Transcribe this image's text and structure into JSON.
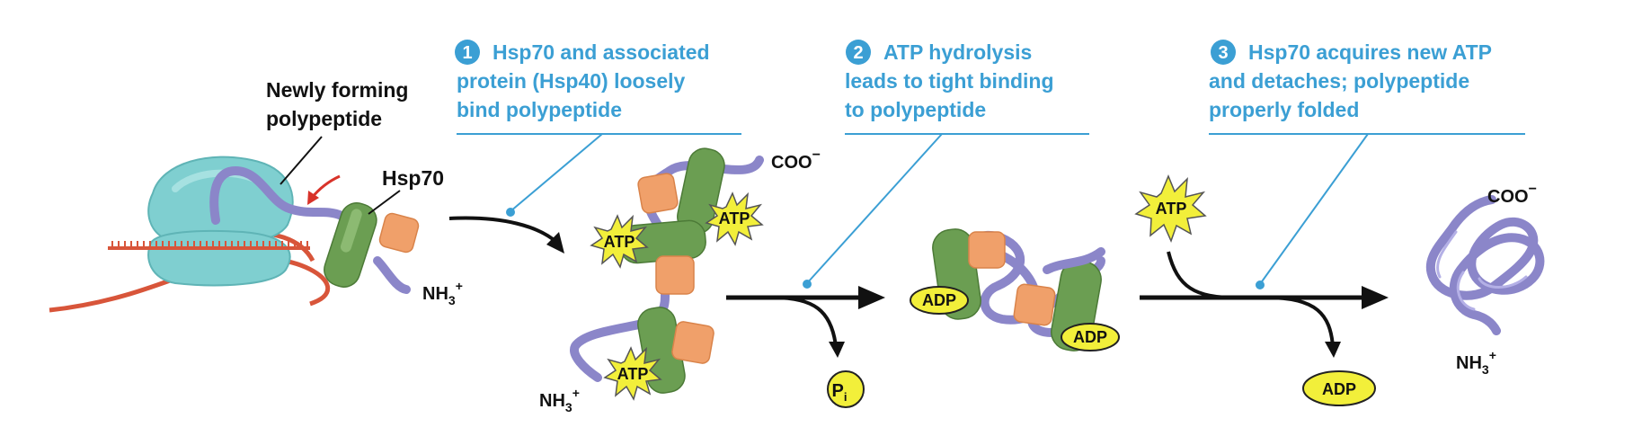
{
  "steps": [
    {
      "num": "1",
      "lines": [
        "Hsp70 and associated",
        "protein (Hsp40) loosely",
        "bind polypeptide"
      ]
    },
    {
      "num": "2",
      "lines": [
        "ATP hydrolysis",
        "leads to tight binding",
        "to polypeptide"
      ]
    },
    {
      "num": "3",
      "lines": [
        "Hsp70 acquires new ATP",
        "and detaches; polypeptide",
        "properly folded"
      ]
    }
  ],
  "labels": {
    "newly_forming_1": "Newly forming",
    "newly_forming_2": "polypeptide",
    "hsp70": "Hsp70",
    "nh3": "NH",
    "sub3": "3",
    "plus": "+",
    "coo": "COO",
    "minus": "−",
    "atp": "ATP",
    "adp": "ADP",
    "pi": "P",
    "pi_sub": "i"
  },
  "colors": {
    "step_blue": "#3b9fd4",
    "hsp70_green": "#6b9e52",
    "hsp40_orange": "#f0a06a",
    "polypeptide_purple": "#8b86c9",
    "ribosome_teal": "#7fcfd0",
    "mrna_red": "#d8553a",
    "nucleotide_yellow": "#f2ef3a"
  }
}
